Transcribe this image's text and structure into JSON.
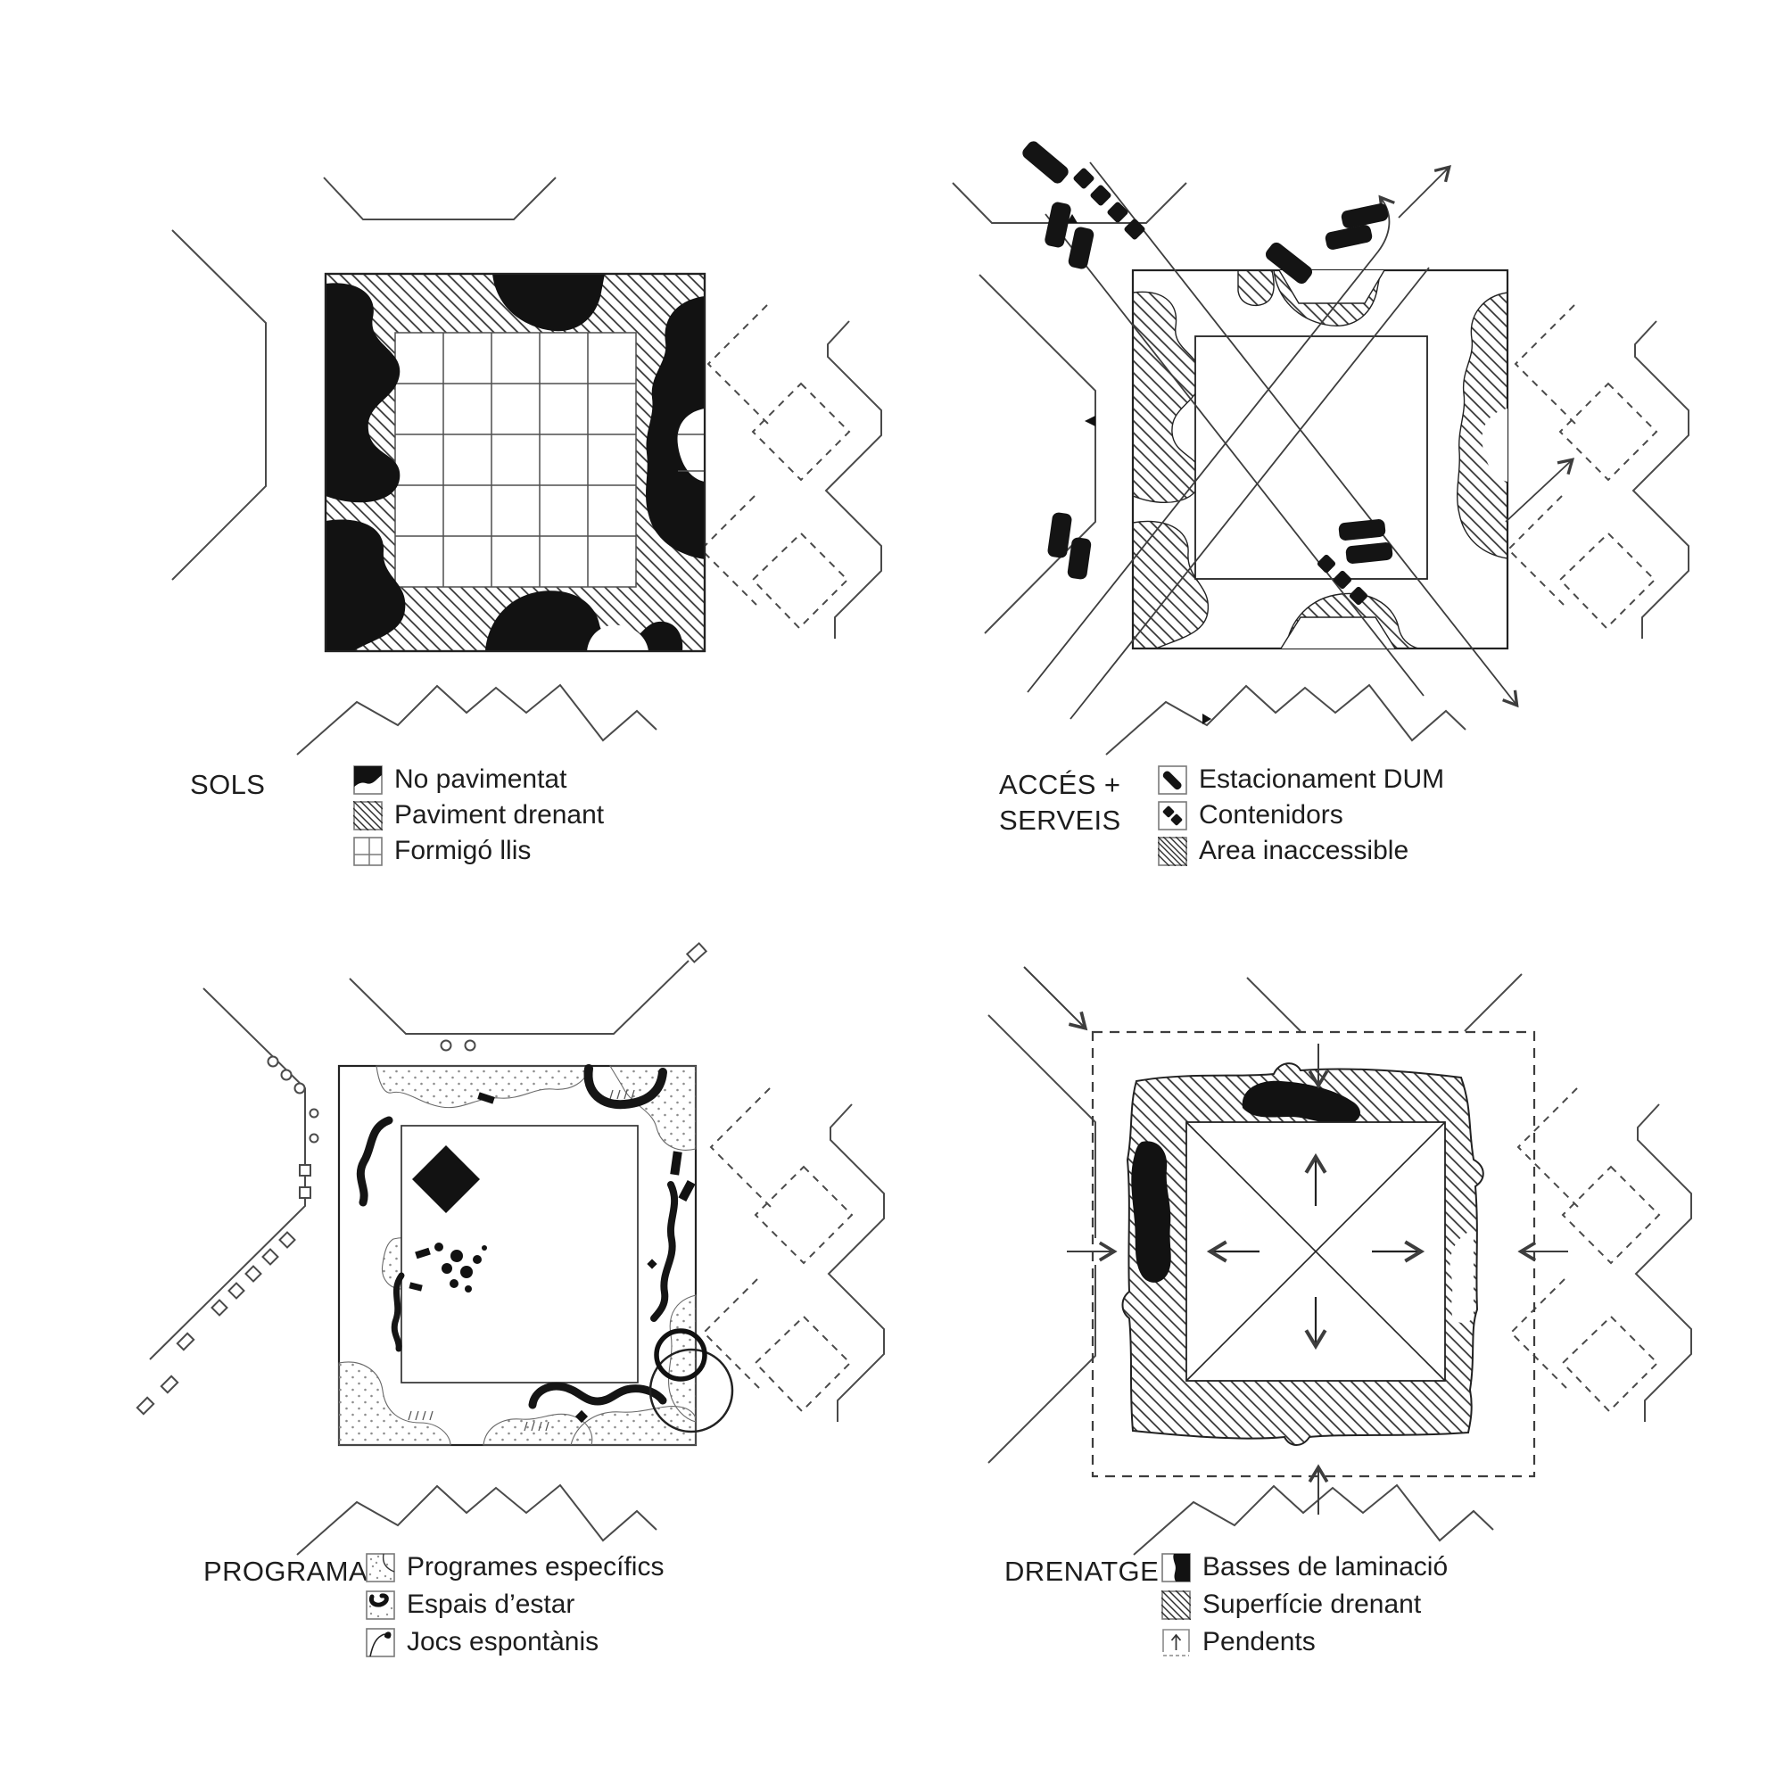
{
  "colors": {
    "ink": "#111111",
    "line": "#3d3d3d",
    "paper": "#ffffff"
  },
  "panels": [
    {
      "id": "sols",
      "title": "SOLS",
      "legend": [
        {
          "label": "No pavimentat",
          "icon": "no-pavimentat-swatch"
        },
        {
          "label": "Paviment drenant",
          "icon": "paviment-drenant-swatch"
        },
        {
          "label": "Formigó llis",
          "icon": "formigo-llis-swatch"
        }
      ]
    },
    {
      "id": "acces-serveis",
      "title": "ACCÉS +",
      "title2": "SERVEIS",
      "legend": [
        {
          "label": "Estacionament DUM",
          "icon": "estacionament-dum-swatch"
        },
        {
          "label": "Contenidors",
          "icon": "contenidors-swatch"
        },
        {
          "label": "Area inaccessible",
          "icon": "area-inaccessible-swatch"
        }
      ]
    },
    {
      "id": "programa",
      "title": "PROGRAMA",
      "legend": [
        {
          "label": "Programes específics",
          "icon": "programes-especifics-swatch"
        },
        {
          "label": "Espais d’estar",
          "icon": "espais-destar-swatch"
        },
        {
          "label": "Jocs espontànis",
          "icon": "jocs-espontanis-swatch"
        }
      ]
    },
    {
      "id": "drenatge",
      "title": "DRENATGE",
      "legend": [
        {
          "label": "Basses de laminació",
          "icon": "basses-laminacio-swatch"
        },
        {
          "label": "Superfície drenant",
          "icon": "superficie-drenant-swatch"
        },
        {
          "label": "Pendents",
          "icon": "pendents-swatch"
        }
      ]
    }
  ]
}
